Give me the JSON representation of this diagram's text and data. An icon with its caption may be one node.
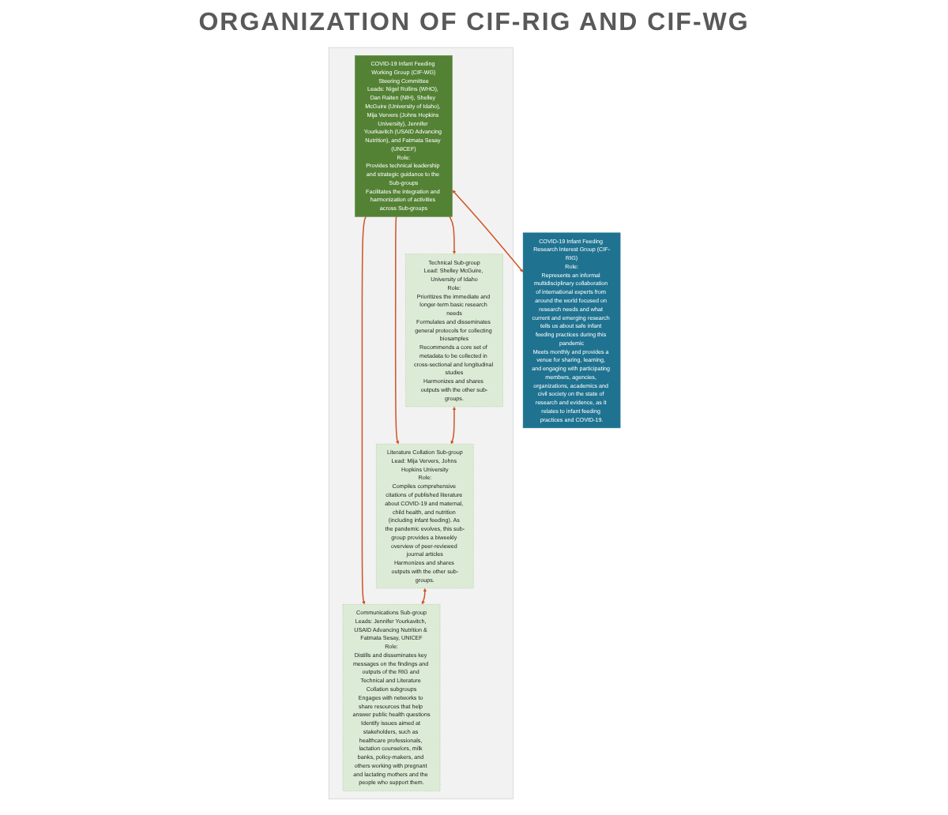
{
  "diagram": {
    "title": "ORGANIZATION OF CIF-RIG AND CIF-WG",
    "nodes": [
      {
        "text": [],
        "shape": "box"
      },
      {
        "text": [
          "COVID-19 Infant Feeding Working Group (CIF-WG)",
          "Steering Committee",
          "Leads: Nigel Rollins (WHO), Dan Raiten (NIH), Shelley McGuire (University of Idaho), Mija Ververs (Johns Hopkins University), Jennifer Yourkavitch (USAID Advancing Nutrition), and Fatmata Sesay (UNICEF)",
          "Role:",
          "Provides technical leadership and strategic guidance to the Sub-groups",
          "Facilitates the integration and harmonization of activities across Sub-groups"
        ],
        "in": 0
      },
      {
        "text": [
          "Technical Sub-group",
          "Lead: Shelley McGuire, University of Idaho",
          "Role:",
          "Prioritizes the immediate and longer-term basic research needs",
          "Formulates and disseminates general protocols for collecting biosamples",
          "Recommends a core set of metadata to be collected in cross-sectional and longitudinal studies",
          "Harmonizes and shares outputs with the other sub-groups."
        ],
        "in": 0
      },
      {
        "text": [
          "Literature Collation Sub-group",
          "Lead: Mija Ververs, Johns Hopkins University",
          "Role:",
          "Compiles comprehensive citations of published literature about COVID-19 and maternal, child health, and nutrition (including infant feeding). As the pandemic evolves, this sub-group provides a biweekly overview of peer-reviewed journal articles",
          "Harmonizes and shares outputs with the other sub-groups."
        ],
        "in": 0
      },
      {
        "text": [
          "Communications Sub-group",
          "Leads: Jennifer Yourkavitch, USAID Advancing Nutrition & Fatmata Sesay, UNICEF",
          "Role:",
          "Distills and disseminates key messages on the findings and outputs of the RIG and Technical and Literature Collation subgroups",
          "Engages with networks to share resources that help answer public health questions",
          "Identify issues aimed at stakeholders, such as healthcare professionals, lactation counselors, milk banks, policy-makers, and others working with pregnant and lactating mothers and the people who support them."
        ],
        "in": 0
      },
      {
        "text": [
          "COVID-19 Infant Feeding Research Interest Group (CIF-RIG)",
          "Role:",
          "Represents an informal multidisciplinary collaboration of international experts from around the world focused on research needs and what current and emerging research tells us about safe infant feeding practices during this pandemic",
          "Meets monthly and provides a venue for sharing, learning, and engaging with participating members, agencies, organizations, academics and civil society on the state of research and evidence, as it relates to infant feeding practices and COVID-19."
        ]
      }
    ],
    "edges": [
      {
        "from": 1,
        "to": 2,
        "arrow": "to"
      },
      {
        "from": 1,
        "to": 3,
        "arrow": "to"
      },
      {
        "from": 1,
        "to": 4,
        "arrow": "to"
      },
      {
        "from": 2,
        "to": 3,
        "arrow": "both"
      },
      {
        "from": 3,
        "to": 4,
        "arrow": "both"
      },
      {
        "from": 1,
        "to": 5,
        "arrow": "both"
      }
    ]
  }
}
